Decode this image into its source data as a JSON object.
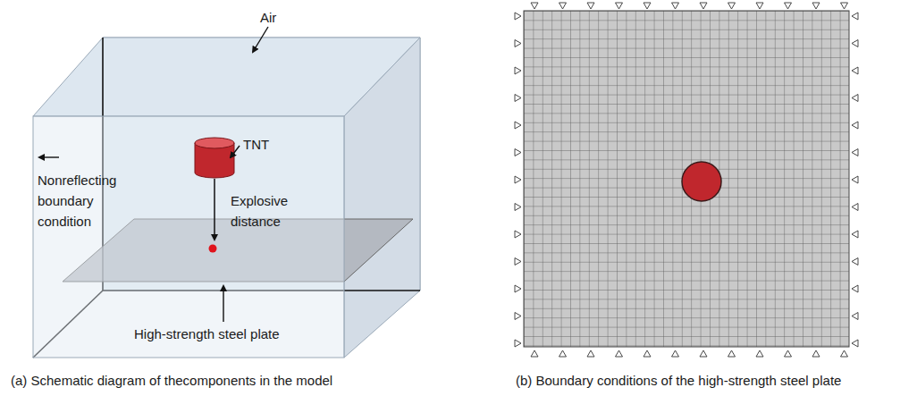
{
  "diagram": {
    "labels": [
      "Air",
      "TNT",
      "Nonreflecting boundary condition",
      "Explosive distance",
      "High-strength steel plate",
      "(a) Schematic diagram of thecomponents in the model",
      "(b) Boundary conditions of the high-strength steel plate"
    ]
  }
}
